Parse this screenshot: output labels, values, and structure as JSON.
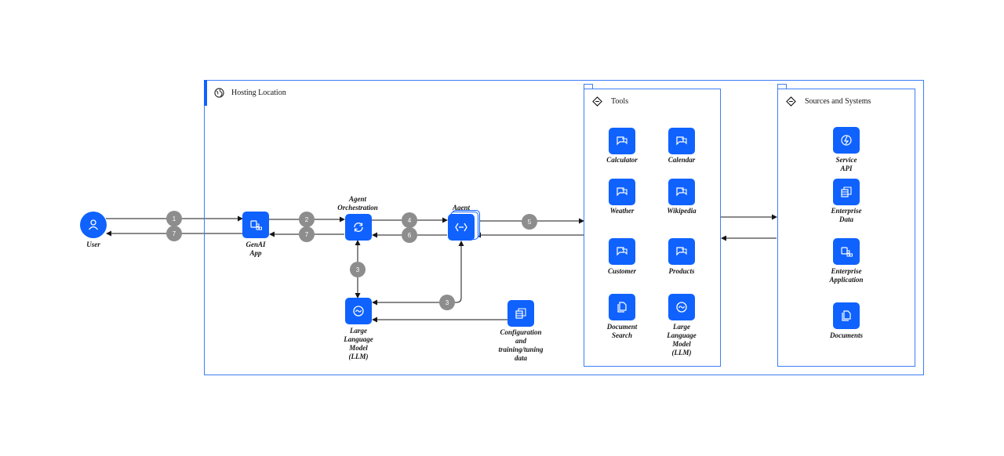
{
  "containers": {
    "hosting": "Hosting Location",
    "tools": "Tools",
    "sources": "Sources and Systems"
  },
  "nodes": {
    "user": "User",
    "genai_app": "GenAI\nApp",
    "agent_orchestration": "Agent\nOrchestration",
    "agent": "Agent",
    "llm": "Large\nLanguage\nModel\n(LLM)",
    "config_data": "Configuration\nand\ntraining/tuning\ndata"
  },
  "tools": {
    "calculator": "Calculator",
    "calendar": "Calendar",
    "weather": "Weather",
    "wikipedia": "Wikipedia",
    "customer": "Customer",
    "products": "Products",
    "document_search": "Document\nSearch",
    "llm": "Large\nLanguage\nModel\n(LLM)"
  },
  "sources": {
    "service_api": "Service\nAPI",
    "enterprise_data": "Enterprise\nData",
    "enterprise_application": "Enterprise\nApplication",
    "documents": "Documents"
  },
  "steps": {
    "s1": "1",
    "s2": "2",
    "s3a": "3",
    "s3b": "3",
    "s4": "4",
    "s5": "5",
    "s6": "6",
    "s7a": "7",
    "s7b": "7"
  },
  "colors": {
    "node_blue": "#0f62fe",
    "border_blue": "#3d7ff5",
    "badge_gray": "#8d8d8d",
    "line": "#161616"
  },
  "icons": {
    "hosting": "globe-icon",
    "tools": "tool-diamond-icon",
    "sources": "tool-diamond-icon",
    "user": "user-icon",
    "app": "app-icon",
    "orchestration": "cycle-icon",
    "agent": "code-icon",
    "llm": "model-icon",
    "data": "database-icon",
    "tool": "chat-tool-icon",
    "api": "api-icon",
    "document": "document-icon"
  }
}
